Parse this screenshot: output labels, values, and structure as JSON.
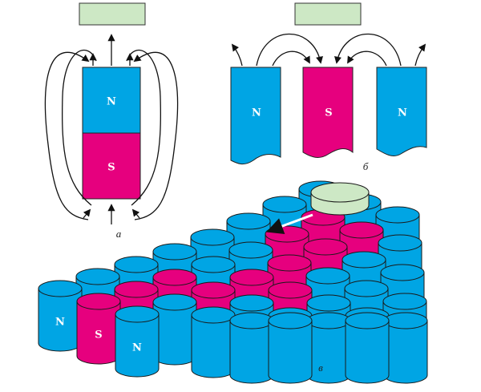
{
  "colors": {
    "north": "#00A5E4",
    "south": "#E6007E",
    "sample": "#CDE8C5",
    "outline": "#1a1a1a",
    "arrow": "#111111"
  },
  "captions": {
    "a": "a",
    "b": "б",
    "c": "в"
  },
  "poles": {
    "north": "N",
    "south": "S"
  },
  "diagram_a": {
    "top_pole": "N",
    "bottom_pole": "S"
  },
  "diagram_b": {
    "left_pole": "N",
    "middle_pole": "S",
    "right_pole": "N"
  },
  "diagram_c": {
    "cylinder_rows": [
      [
        "N",
        "N",
        "N",
        "N",
        "N",
        "N",
        "N",
        "N"
      ],
      [
        "S",
        "S",
        "S",
        "S",
        "S",
        "S",
        "S",
        "S"
      ],
      [
        "N",
        "N",
        "N",
        "N",
        "N",
        "N",
        "N",
        "N"
      ]
    ],
    "labeled": {
      "n1": "N",
      "s1": "S",
      "n2": "N"
    }
  }
}
